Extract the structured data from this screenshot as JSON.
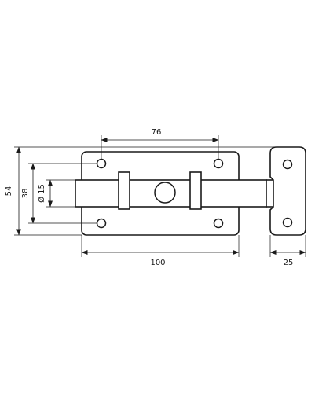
{
  "dimensions": {
    "hole_spacing": "76",
    "plate_width": "100",
    "keeper_width": "25",
    "overall_height": "54",
    "plate_height": "38",
    "bolt_diameter": "Ø 15"
  }
}
